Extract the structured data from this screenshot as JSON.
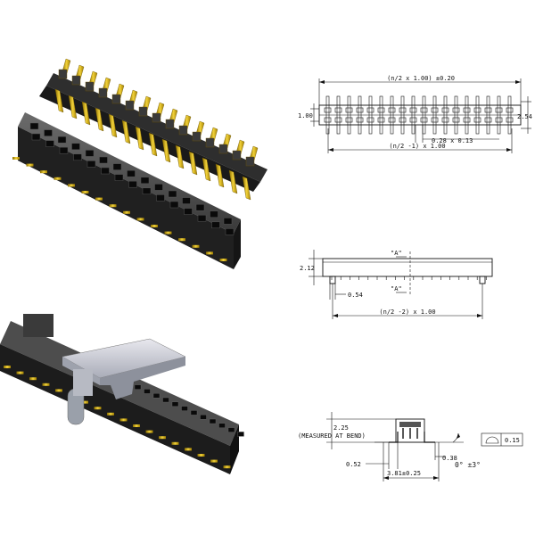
{
  "top_view": {
    "overall_length": "(n/2 x 1.00) ±0.20",
    "pin_pitch": "1.00",
    "row_width": "2.54",
    "pin_width": "0.28 x 0.13",
    "pin_span": "(n/2 -1) x 1.00"
  },
  "side_view": {
    "height": "2.12",
    "section_mark_top": "A",
    "section_mark_bottom": "A",
    "post_diameter": "0.54",
    "post_span": "(n/2 -2) x 1.00"
  },
  "section_view": {
    "height_value": "2.25",
    "height_note": "(MEASURED AT BEND)",
    "tail_offset": "0.52",
    "lead_thickness": "0.38",
    "overall_width": "3.81±0.25",
    "angle": "0° ±3°",
    "flatness_value": "0.15"
  }
}
